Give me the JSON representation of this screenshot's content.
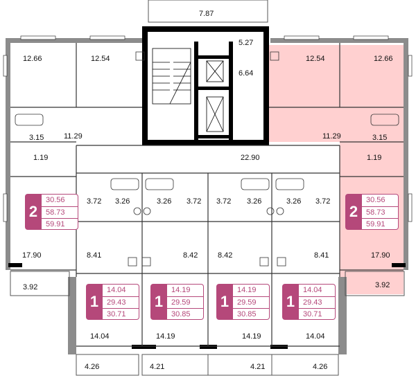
{
  "rooms": {
    "balcony_top": "7.87",
    "hall_a": "5.27",
    "hall_b": "6.64",
    "corridor": "22.90",
    "tl_room": "12.66",
    "tl_kitchen": "12.54",
    "tr_kitchen": "12.54",
    "tr_room": "12.66",
    "l_hall": "11.29",
    "r_hall": "11.29",
    "l_bath": "3.15",
    "r_bath": "3.15",
    "l_wc": "1.19",
    "r_wc": "1.19",
    "l_big_room": "17.90",
    "r_big_room": "17.90",
    "l_balcony": "3.92",
    "r_balcony": "3.92",
    "m1_hall": "3.72",
    "m1_bath": "3.26",
    "m2_bath": "3.26",
    "m2_hall": "3.72",
    "m3_hall": "3.72",
    "m3_bath": "3.26",
    "m4_bath": "3.26",
    "m4_hall": "3.72",
    "m1_kitchen": "8.41",
    "m2_kitchen": "8.42",
    "m3_kitchen": "8.42",
    "m4_kitchen": "8.41",
    "m1_room": "14.04",
    "m2_room": "14.19",
    "m3_room": "14.19",
    "m4_room": "14.04",
    "b1_balcony": "4.26",
    "b2_balcony": "4.21",
    "b3_balcony": "4.21",
    "b4_balcony": "4.26"
  },
  "apartments": {
    "left2": {
      "rooms": "2",
      "living": "30.56",
      "total": "58.73",
      "gross": "59.91"
    },
    "right2": {
      "rooms": "2",
      "living": "30.56",
      "total": "58.73",
      "gross": "59.91"
    },
    "a1": {
      "rooms": "1",
      "living": "14.04",
      "total": "29.43",
      "gross": "30.71"
    },
    "a2": {
      "rooms": "1",
      "living": "14.19",
      "total": "29.59",
      "gross": "30.85"
    },
    "a3": {
      "rooms": "1",
      "living": "14.19",
      "total": "29.59",
      "gross": "30.85"
    },
    "a4": {
      "rooms": "1",
      "living": "14.04",
      "total": "29.43",
      "gross": "30.71"
    }
  },
  "colors": {
    "highlight": "#ffd0d0",
    "badge": "#b5487a",
    "wall": "#000000",
    "outer_wall": "#7f7f7f"
  }
}
